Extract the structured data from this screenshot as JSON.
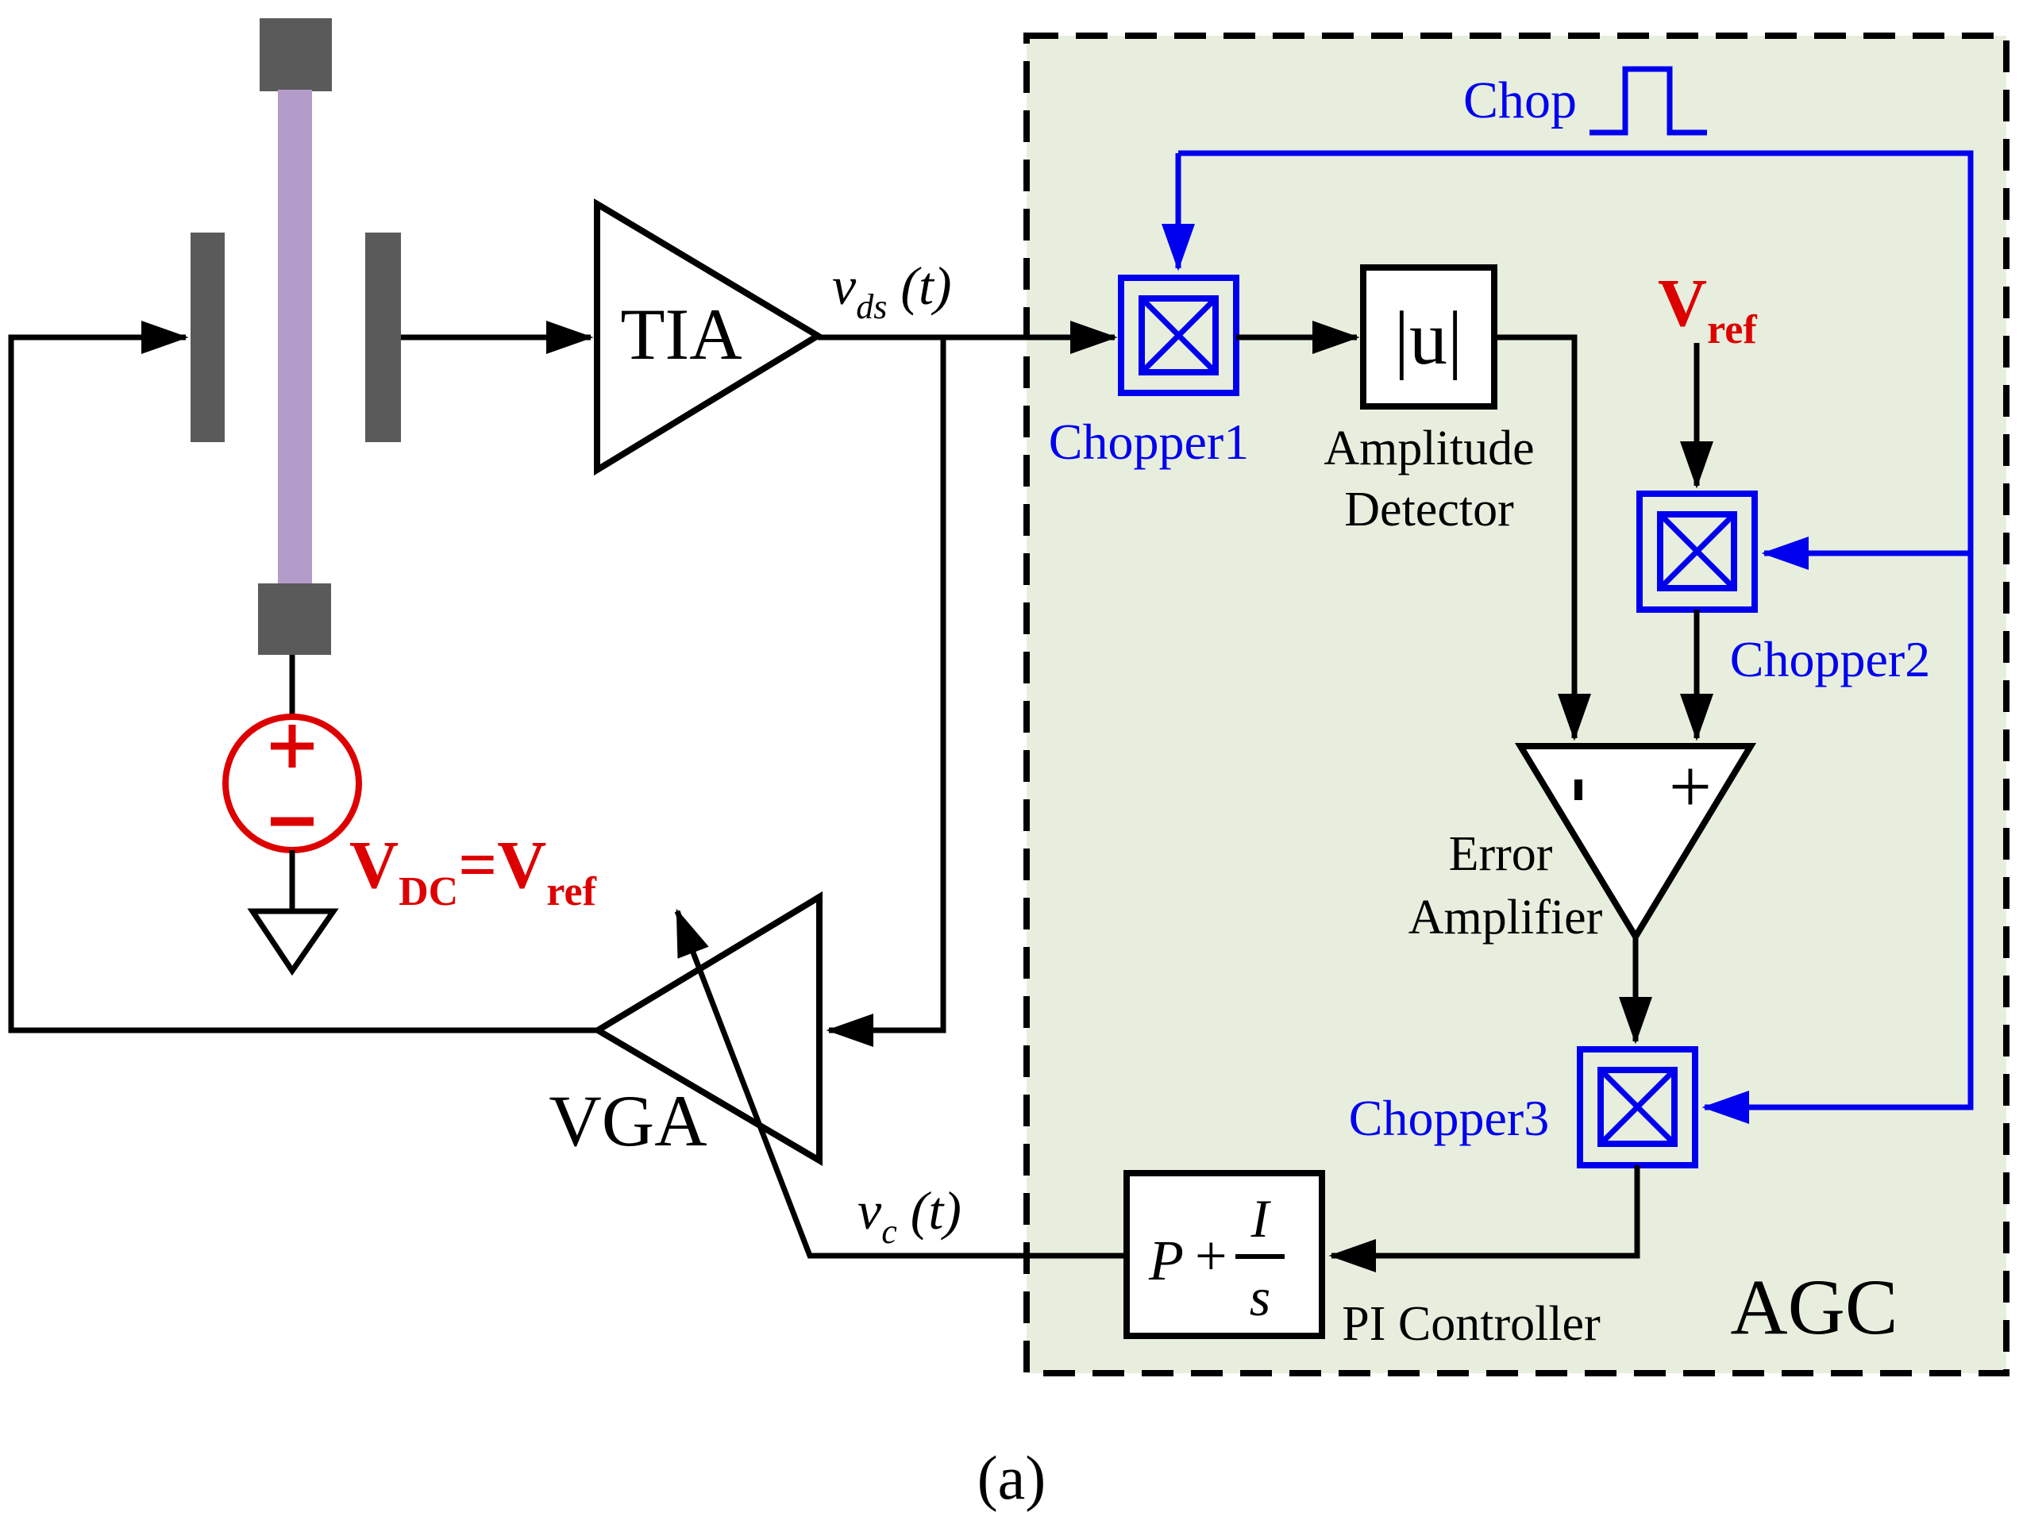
{
  "diagram_title_caption": "(a)",
  "colors": {
    "blue": "#0000ee",
    "red": "#dd0000",
    "green_fill": "#e7eedd",
    "gray": "#5a5a5a",
    "purple": "#b49cca",
    "black": "#000000"
  },
  "resonator": {
    "description-labels": {
      "dc_bias": {
        "v1": "V",
        "sub1": "DC",
        "eq": "=V",
        "sub2": "ref"
      }
    }
  },
  "amplifiers": {
    "tia": "TIA",
    "vga": "VGA",
    "error_amp_line1": "Error",
    "error_amp_line2": "Amplifier",
    "error_amp_plus": "+"
  },
  "signals": {
    "vds": {
      "v": "v",
      "sub": "ds",
      "t": " (t)"
    },
    "vc": {
      "v": "v",
      "sub": "c",
      "t": " (t)"
    },
    "chop": "Chop"
  },
  "agc": {
    "box_label": "AGC",
    "chopper1": "Chopper1",
    "chopper2": "Chopper2",
    "chopper3": "Chopper3",
    "amplitude_detector_symbol": "|u|",
    "amplitude_detector_line1": "Amplitude",
    "amplitude_detector_line2": "Detector",
    "vref": {
      "v": "V",
      "sub": "ref"
    },
    "pi_controller": {
      "p": "P",
      "plus": "+",
      "i": "I",
      "s": "s",
      "label": "PI Controller"
    }
  }
}
